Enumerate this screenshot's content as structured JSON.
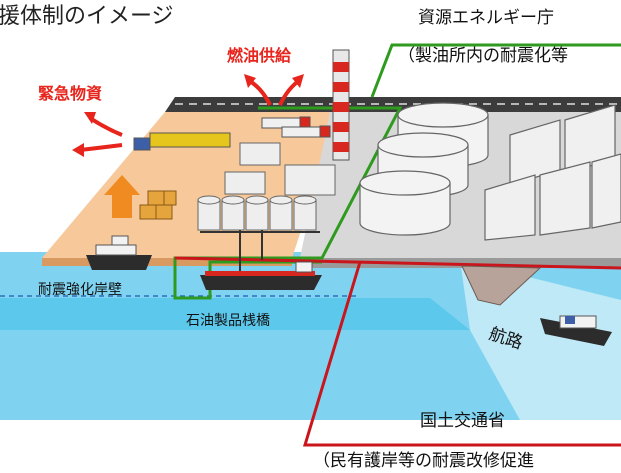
{
  "title": "援体制のイメージ",
  "agency_top": "資源エネルギー庁",
  "agency_top_note": "（製油所内の耐震化等",
  "fuel_supply": "燃油供給",
  "emergency_supplies": "緊急物資",
  "seismic_quay": "耐震強化岸壁",
  "oil_pier": "石油製品桟橋",
  "channel": "航路",
  "agency_bottom": "国土交通省",
  "agency_bottom_note": "（民有護岸等の耐震改修促進",
  "colors": {
    "red_arrow": "#e8251c",
    "green_frame": "#2e9a1e",
    "red_frame": "#c9151b",
    "water": "#7fd3f0",
    "land": "#f6c89a"
  }
}
